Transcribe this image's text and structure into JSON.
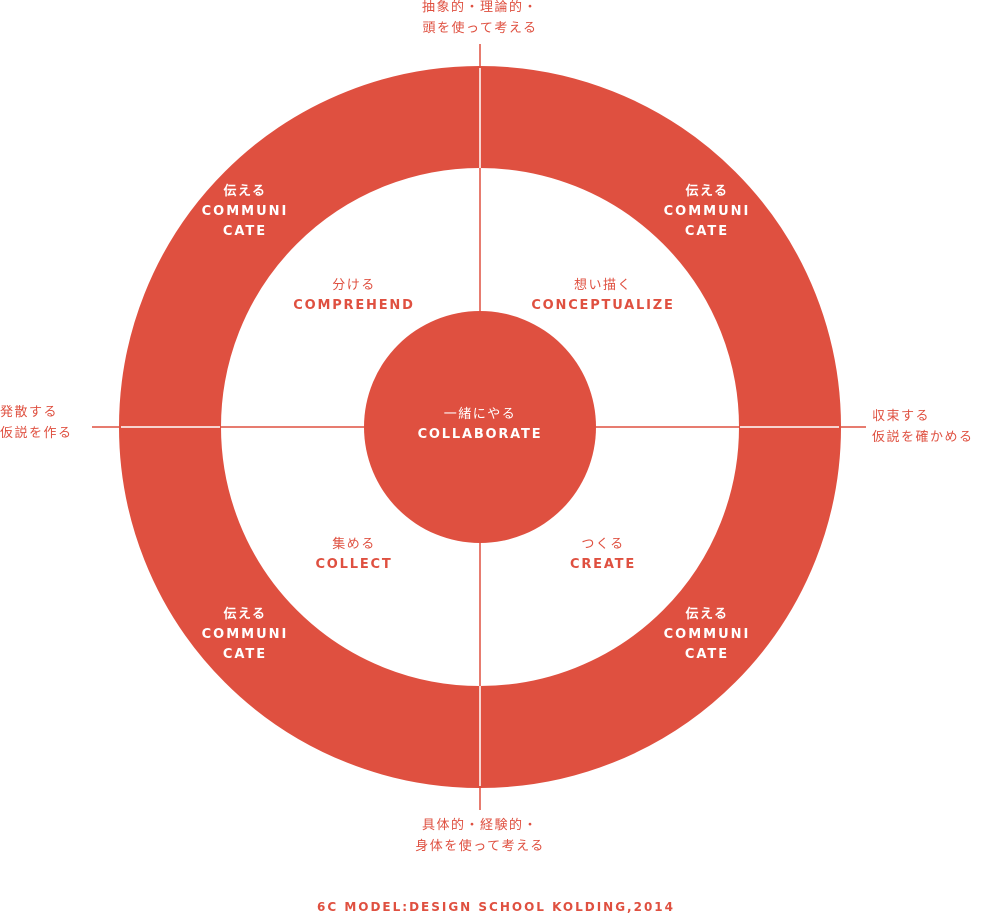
{
  "colors": {
    "accent": "#df5040",
    "background": "#ffffff"
  },
  "axes": {
    "top_line1": "抽象的・理論的・",
    "top_line2": "頭を使って考える",
    "bottom_line1": "具体的・経験的・",
    "bottom_line2": "身体を使って考える",
    "left_line1": "発散する",
    "left_line2": "仮説を作る",
    "right_line1": "収束する",
    "right_line2": "仮説を確かめる"
  },
  "ring": {
    "top_left": {
      "ja": "伝える",
      "en1": "COMMUNI",
      "en2": "CATE"
    },
    "top_right": {
      "ja": "伝える",
      "en1": "COMMUNI",
      "en2": "CATE"
    },
    "bottom_left": {
      "ja": "伝える",
      "en1": "COMMUNI",
      "en2": "CATE"
    },
    "bottom_right": {
      "ja": "伝える",
      "en1": "COMMUNI",
      "en2": "CATE"
    }
  },
  "quadrants": {
    "top_left": {
      "ja": "分ける",
      "en": "COMPREHEND"
    },
    "top_right": {
      "ja": "想い描く",
      "en": "CONCEPTUALIZE"
    },
    "bottom_left": {
      "ja": "集める",
      "en": "COLLECT"
    },
    "bottom_right": {
      "ja": "つくる",
      "en": "CREATE"
    }
  },
  "center": {
    "ja": "一緒にやる",
    "en": "COLLABORATE"
  },
  "caption": "6C MODEL:DESIGN SCHOOL KOLDING,2014"
}
